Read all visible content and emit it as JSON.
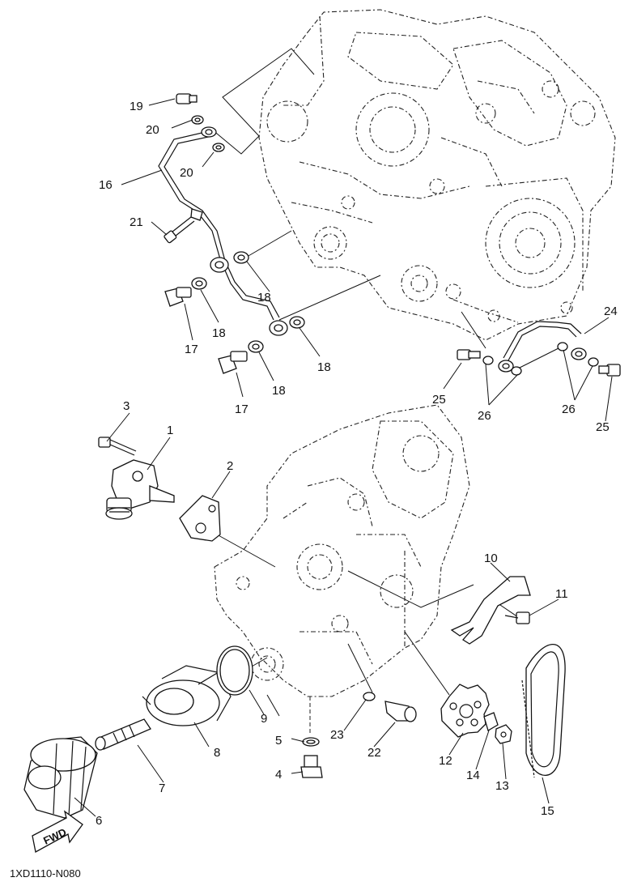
{
  "diagram": {
    "code": "1XD1110-N080",
    "fwd_label": "FWD",
    "callouts": {
      "c1": "1",
      "c2": "2",
      "c3": "3",
      "c4": "4",
      "c5": "5",
      "c6": "6",
      "c7": "7",
      "c8": "8",
      "c9": "9",
      "c10": "10",
      "c11": "11",
      "c12": "12",
      "c13": "13",
      "c14": "14",
      "c15": "15",
      "c16": "16",
      "c17a": "17",
      "c17b": "17",
      "c18a": "18",
      "c18b": "18",
      "c18c": "18",
      "c18d": "18",
      "c19": "19",
      "c20a": "20",
      "c20b": "20",
      "c21": "21",
      "c22": "22",
      "c23": "23",
      "c24": "24",
      "c25a": "25",
      "c25b": "25",
      "c26a": "26",
      "c26b": "26"
    }
  }
}
